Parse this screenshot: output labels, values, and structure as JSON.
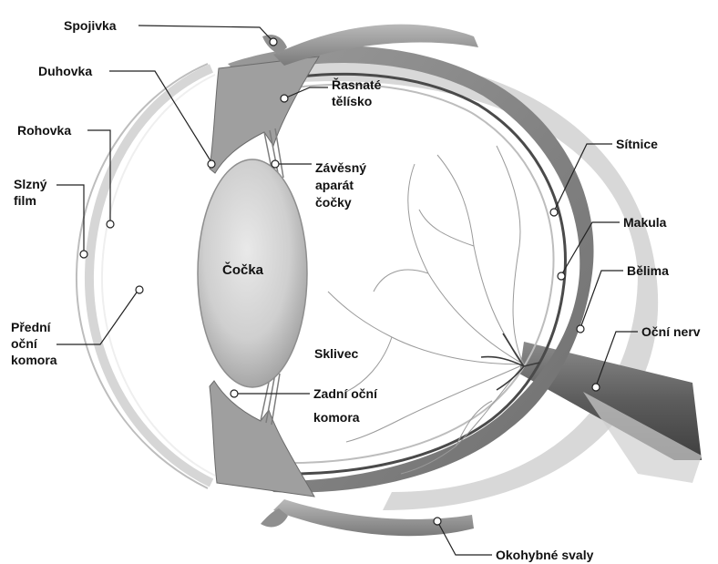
{
  "diagram": {
    "labels": {
      "spojivka": "Spojivka",
      "duhovka": "Duhovka",
      "rohovka": "Rohovka",
      "slzny_film_1": "Slzný",
      "slzny_film_2": "film",
      "predni_1": "Přední",
      "predni_2": "oční",
      "predni_3": "komora",
      "rasnate_1": "Řasnaté",
      "rasnate_2": "tělísko",
      "zavesny_1": "Závěsný",
      "zavesny_2": "aparát",
      "zavesny_3": "čočky",
      "cocka": "Čočka",
      "sklivec": "Sklivec",
      "zadni_1": "Zadní oční",
      "zadni_2": "komora",
      "sitnice": "Sítnice",
      "makula": "Makula",
      "belima": "Bělima",
      "ocni_nerv": "Oční nerv",
      "okohybne": "Okohybné svaly"
    }
  }
}
